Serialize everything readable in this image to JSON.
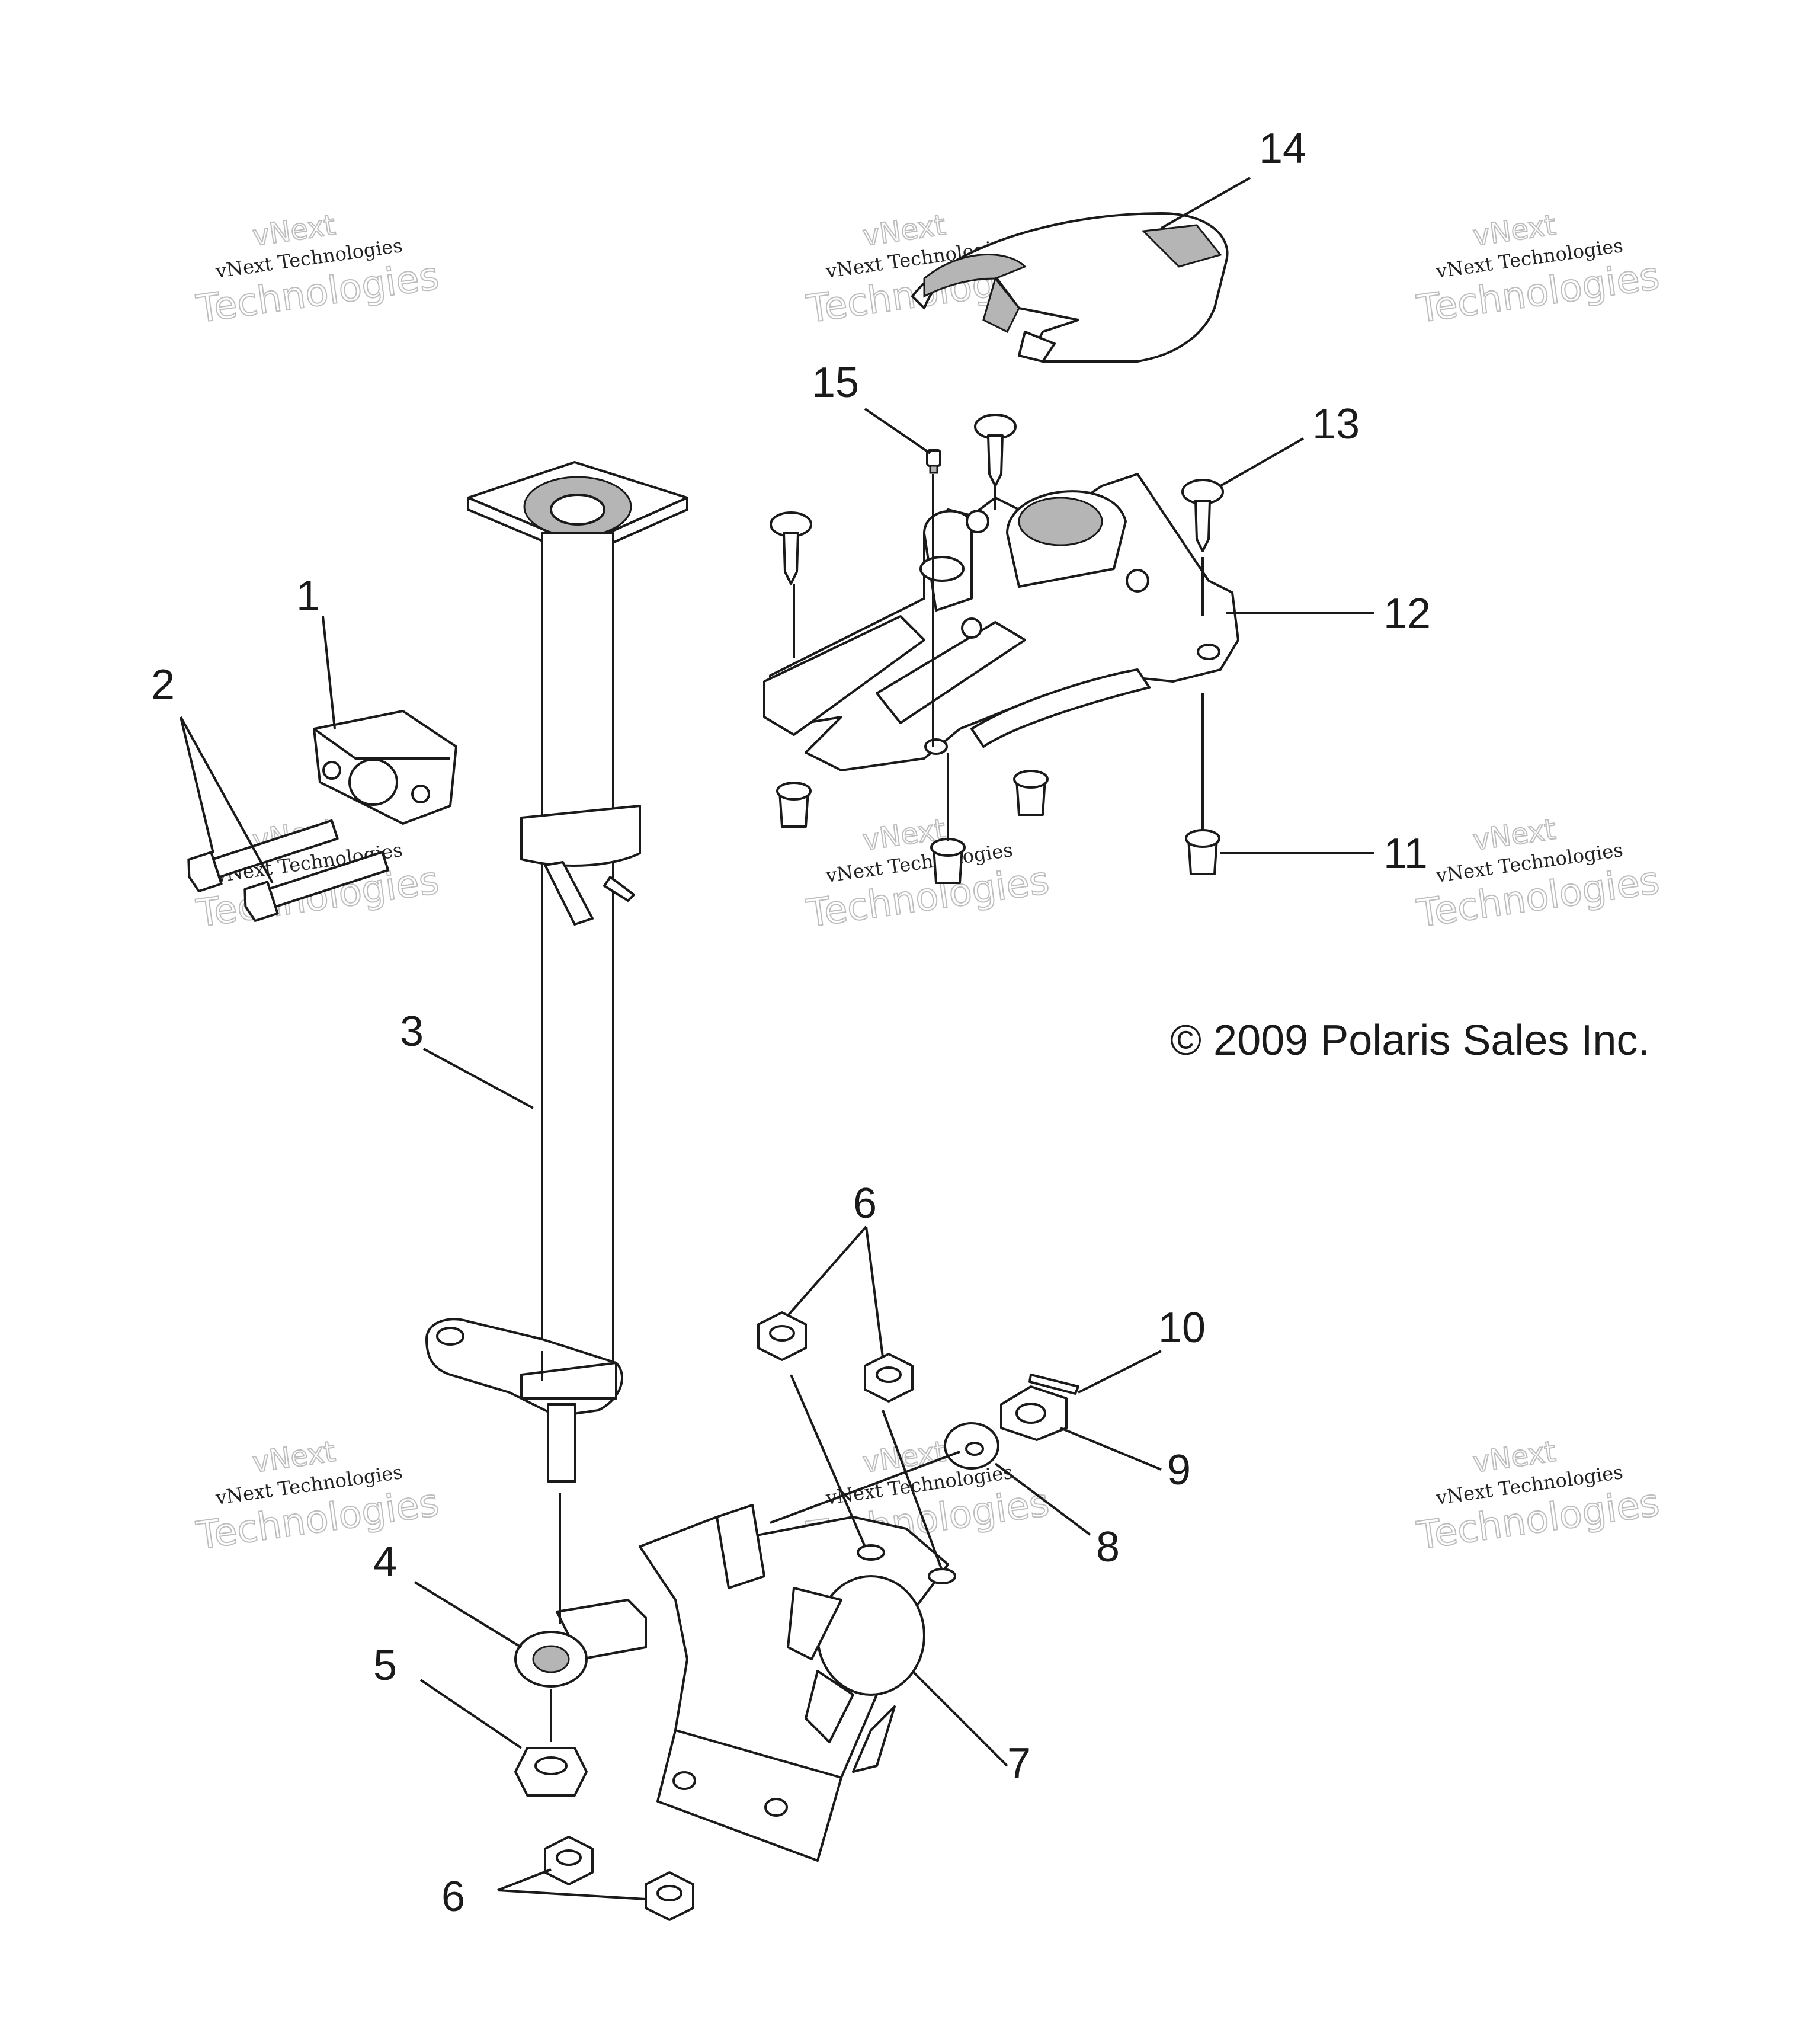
{
  "diagram": {
    "copyright": "© 2009 Polaris Sales Inc.",
    "callouts": {
      "c1": "1",
      "c2": "2",
      "c3": "3",
      "c4": "4",
      "c5": "5",
      "c6a": "6",
      "c6b": "6",
      "c7": "7",
      "c8": "8",
      "c9": "9",
      "c10": "10",
      "c11": "11",
      "c12": "12",
      "c13": "13",
      "c14": "14",
      "c15": "15"
    },
    "watermark": {
      "brand": "vNext",
      "line": "vNext Technologies",
      "word": "Technologies"
    }
  }
}
